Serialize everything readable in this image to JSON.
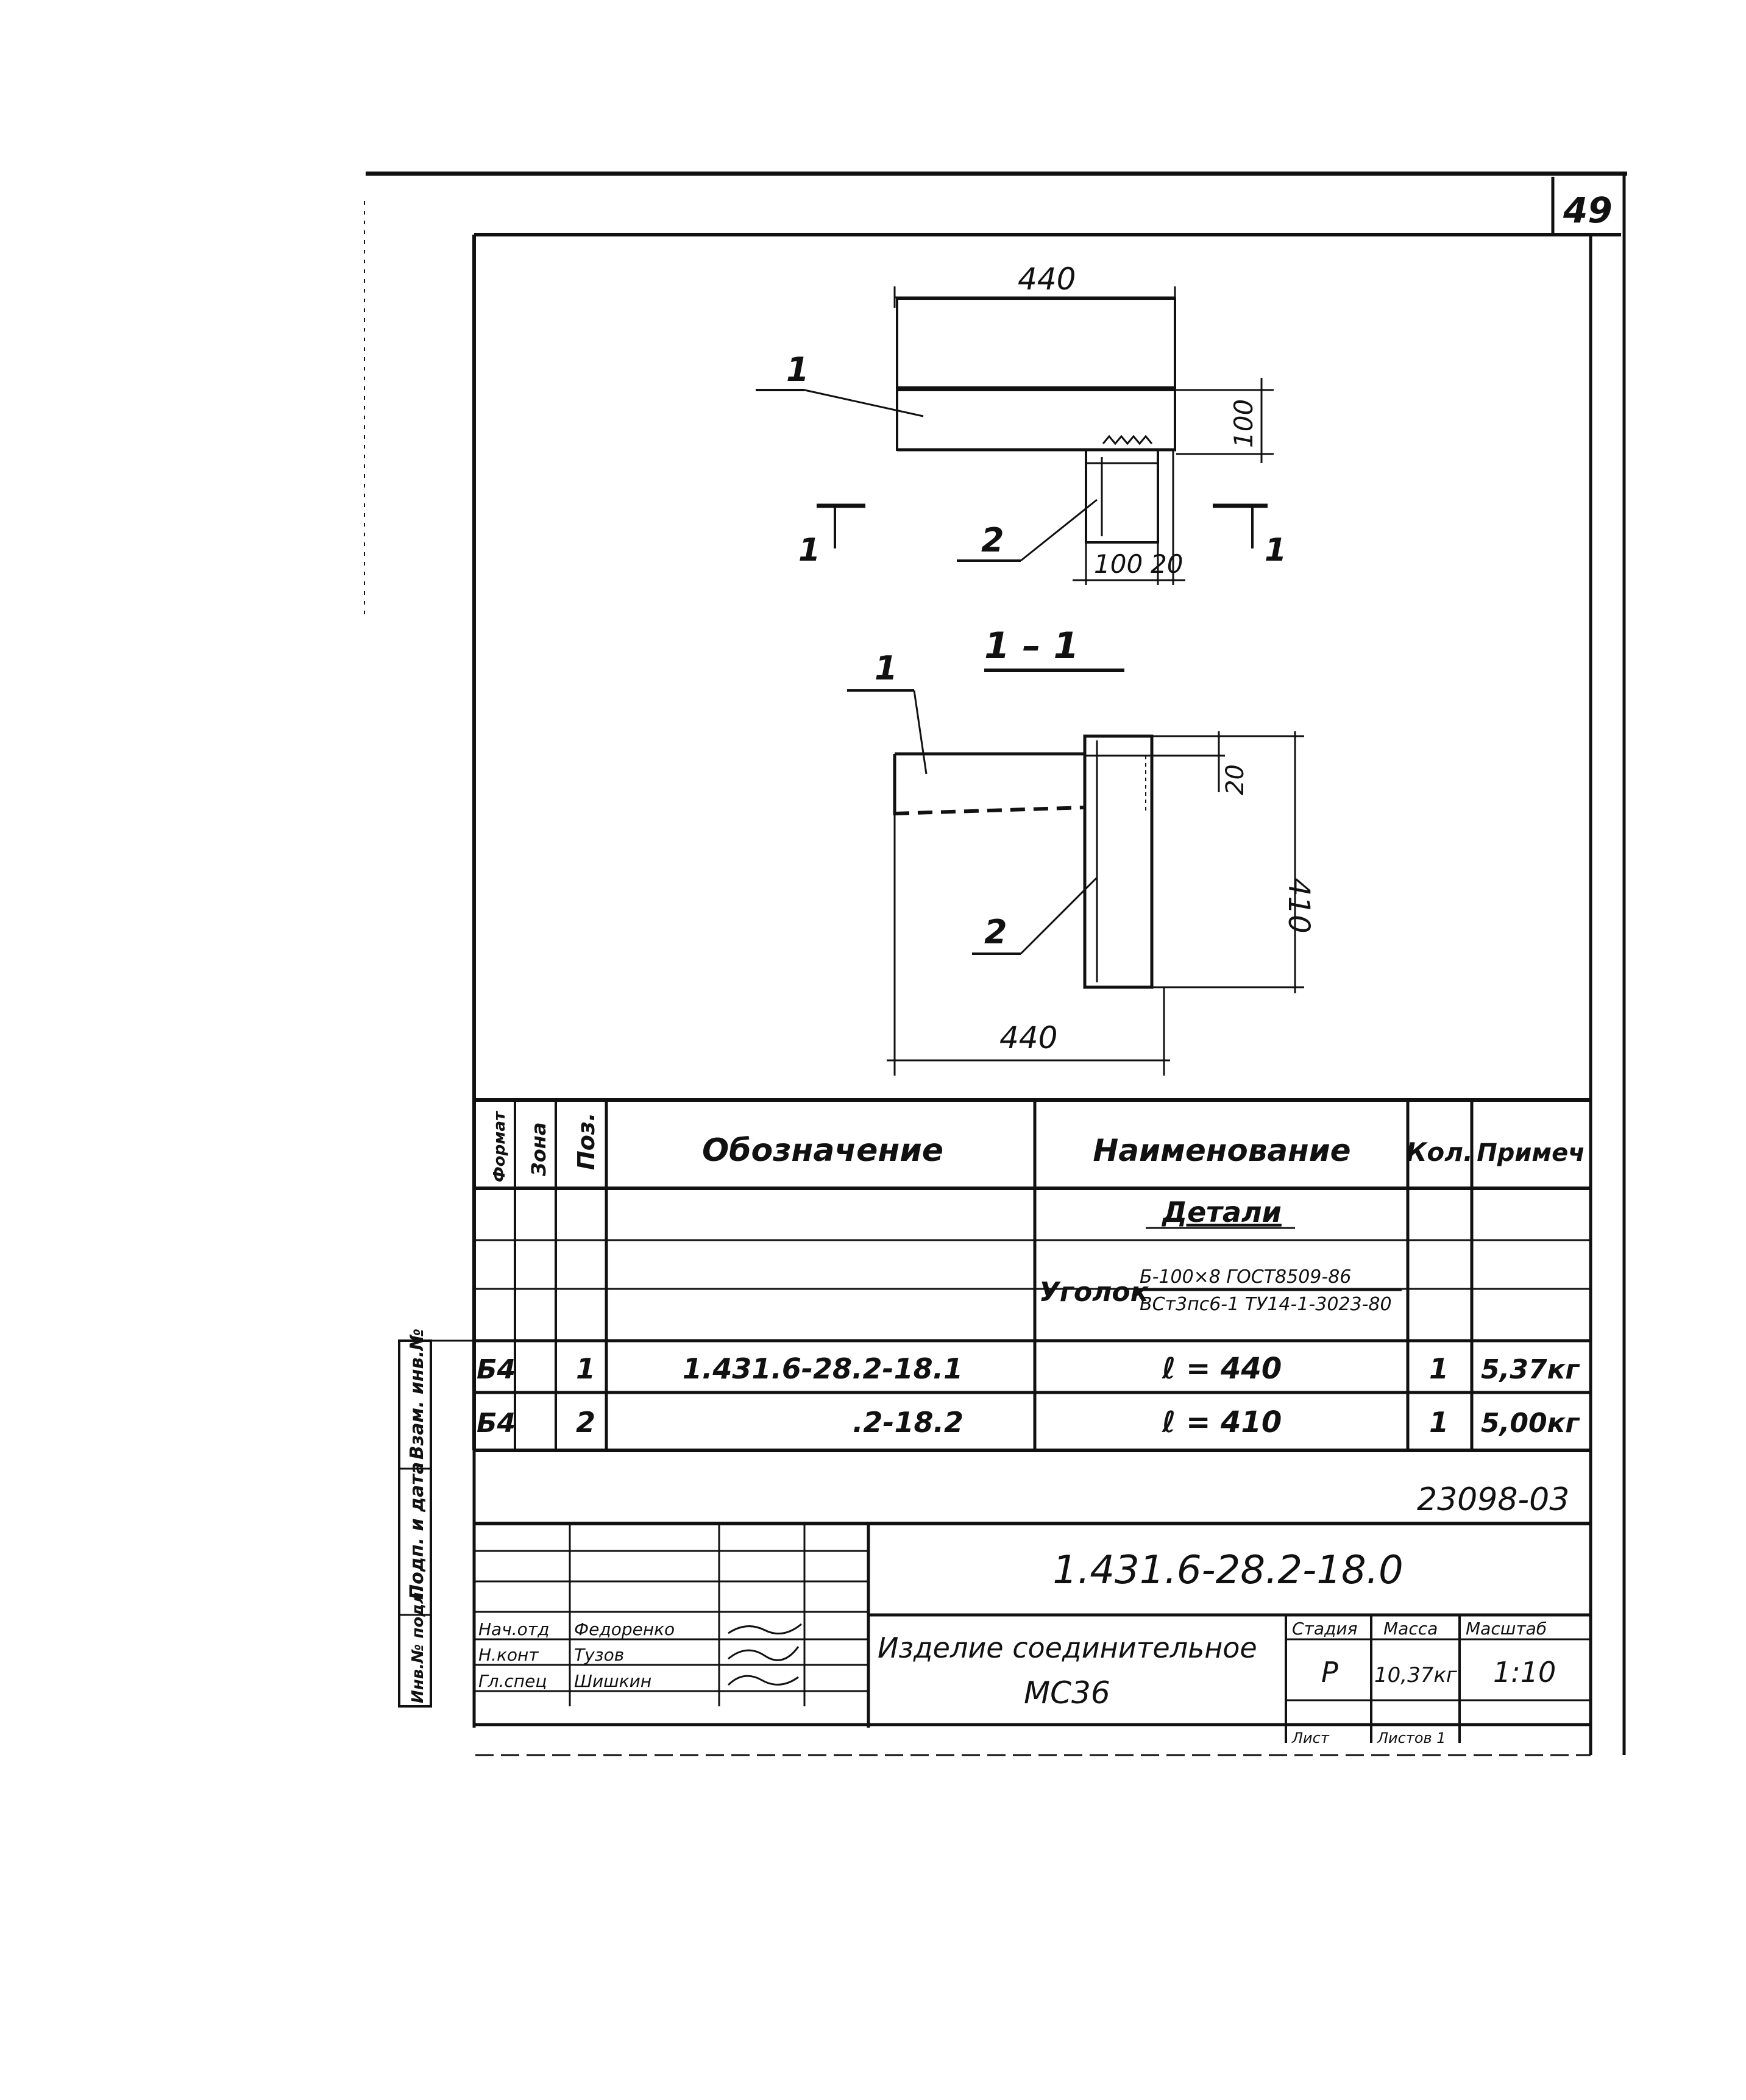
{
  "page_number": "49",
  "drawing": {
    "plan": {
      "dim_width": "440",
      "dim_height": "100",
      "dim_leg": "100",
      "dim_gap": "20",
      "pos_1": "1",
      "pos_2": "2",
      "section_mark_left": "1",
      "section_mark_right": "1"
    },
    "section": {
      "title": "1 – 1",
      "pos_1": "1",
      "pos_2": "2",
      "dim_top": "20",
      "dim_height": "410",
      "dim_width": "440"
    }
  },
  "spec_table": {
    "headers": {
      "format": "Формат",
      "zone": "Зона",
      "pos": "Поз.",
      "designation": "Обозначение",
      "name": "Наименование",
      "qty": "Кол.",
      "note": "Примеч"
    },
    "section_title": "Детали",
    "material": {
      "name": "Уголок",
      "top": "Б-100×8 ГОСТ8509-86",
      "bottom": "ВСт3пс6-1 ТУ14-1-3023-80"
    },
    "rows": [
      {
        "format": "Б4",
        "pos": "1",
        "designation": "1.431.6-28.2-18.1",
        "name": "ℓ = 440",
        "qty": "1",
        "note": "5,37кг"
      },
      {
        "format": "Б4",
        "pos": "2",
        "designation": ".2-18.2",
        "name": "ℓ = 410",
        "qty": "1",
        "note": "5,00кг"
      }
    ]
  },
  "stamp": {
    "archive_no": "23098-03",
    "doc_code": "1.431.6-28.2-18.0",
    "title_line1": "Изделие соединительное",
    "title_line2": "МС36",
    "col_stage": "Стадия",
    "col_mass": "Масса",
    "col_scale": "Масштаб",
    "stage": "Р",
    "mass": "10,37кг",
    "scale": "1:10",
    "roles": [
      "Нач.отд",
      "Н.конт",
      "Гл.спец"
    ],
    "names": [
      "Федоренко",
      "Тузов",
      "Шишкин"
    ],
    "sheet_info": [
      "Лист",
      "Листов 1"
    ]
  },
  "side_stamp": {
    "labels": [
      "Взам. инв.№",
      "Подп. и дата",
      "Инв.№ подл."
    ]
  }
}
